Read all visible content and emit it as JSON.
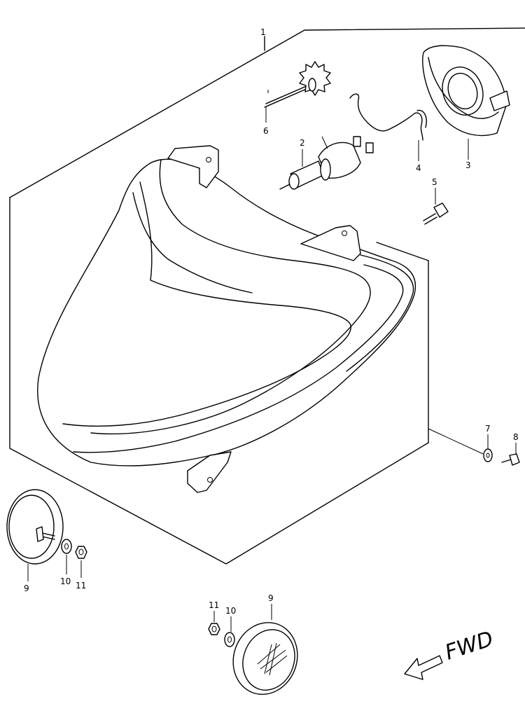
{
  "diagram": {
    "callouts": [
      {
        "id": "1",
        "text": "1"
      },
      {
        "id": "2",
        "text": "2"
      },
      {
        "id": "3",
        "text": "3"
      },
      {
        "id": "4",
        "text": "4"
      },
      {
        "id": "5",
        "text": "5"
      },
      {
        "id": "6",
        "text": "6"
      },
      {
        "id": "7",
        "text": "7"
      },
      {
        "id": "8",
        "text": "8"
      },
      {
        "id": "9a",
        "text": "9"
      },
      {
        "id": "10a",
        "text": "10"
      },
      {
        "id": "11a",
        "text": "11"
      },
      {
        "id": "9b",
        "text": "9"
      },
      {
        "id": "10b",
        "text": "10"
      },
      {
        "id": "11b",
        "text": "11"
      }
    ],
    "direction_label": "FWD",
    "line_color": "#000000",
    "background": "#ffffff"
  }
}
